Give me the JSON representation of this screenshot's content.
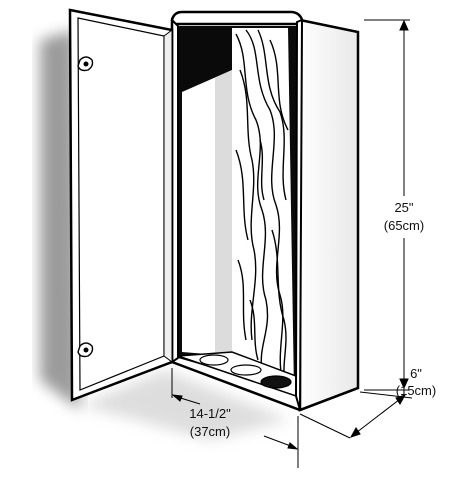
{
  "dimensions": {
    "height": {
      "imperial": "25\"",
      "metric": "(65cm)"
    },
    "depth": {
      "imperial": "6\"",
      "metric": "(15cm)"
    },
    "width": {
      "imperial": "14-1/2\"",
      "metric": "(37cm)"
    }
  },
  "colors": {
    "outline": "#000000",
    "shadow": "#8a8a8a",
    "interior_dark": "#0a0a0a",
    "cabinet_face": "#ffffff"
  },
  "icons": [
    "door-hinge-icon",
    "door-hinge-icon"
  ]
}
